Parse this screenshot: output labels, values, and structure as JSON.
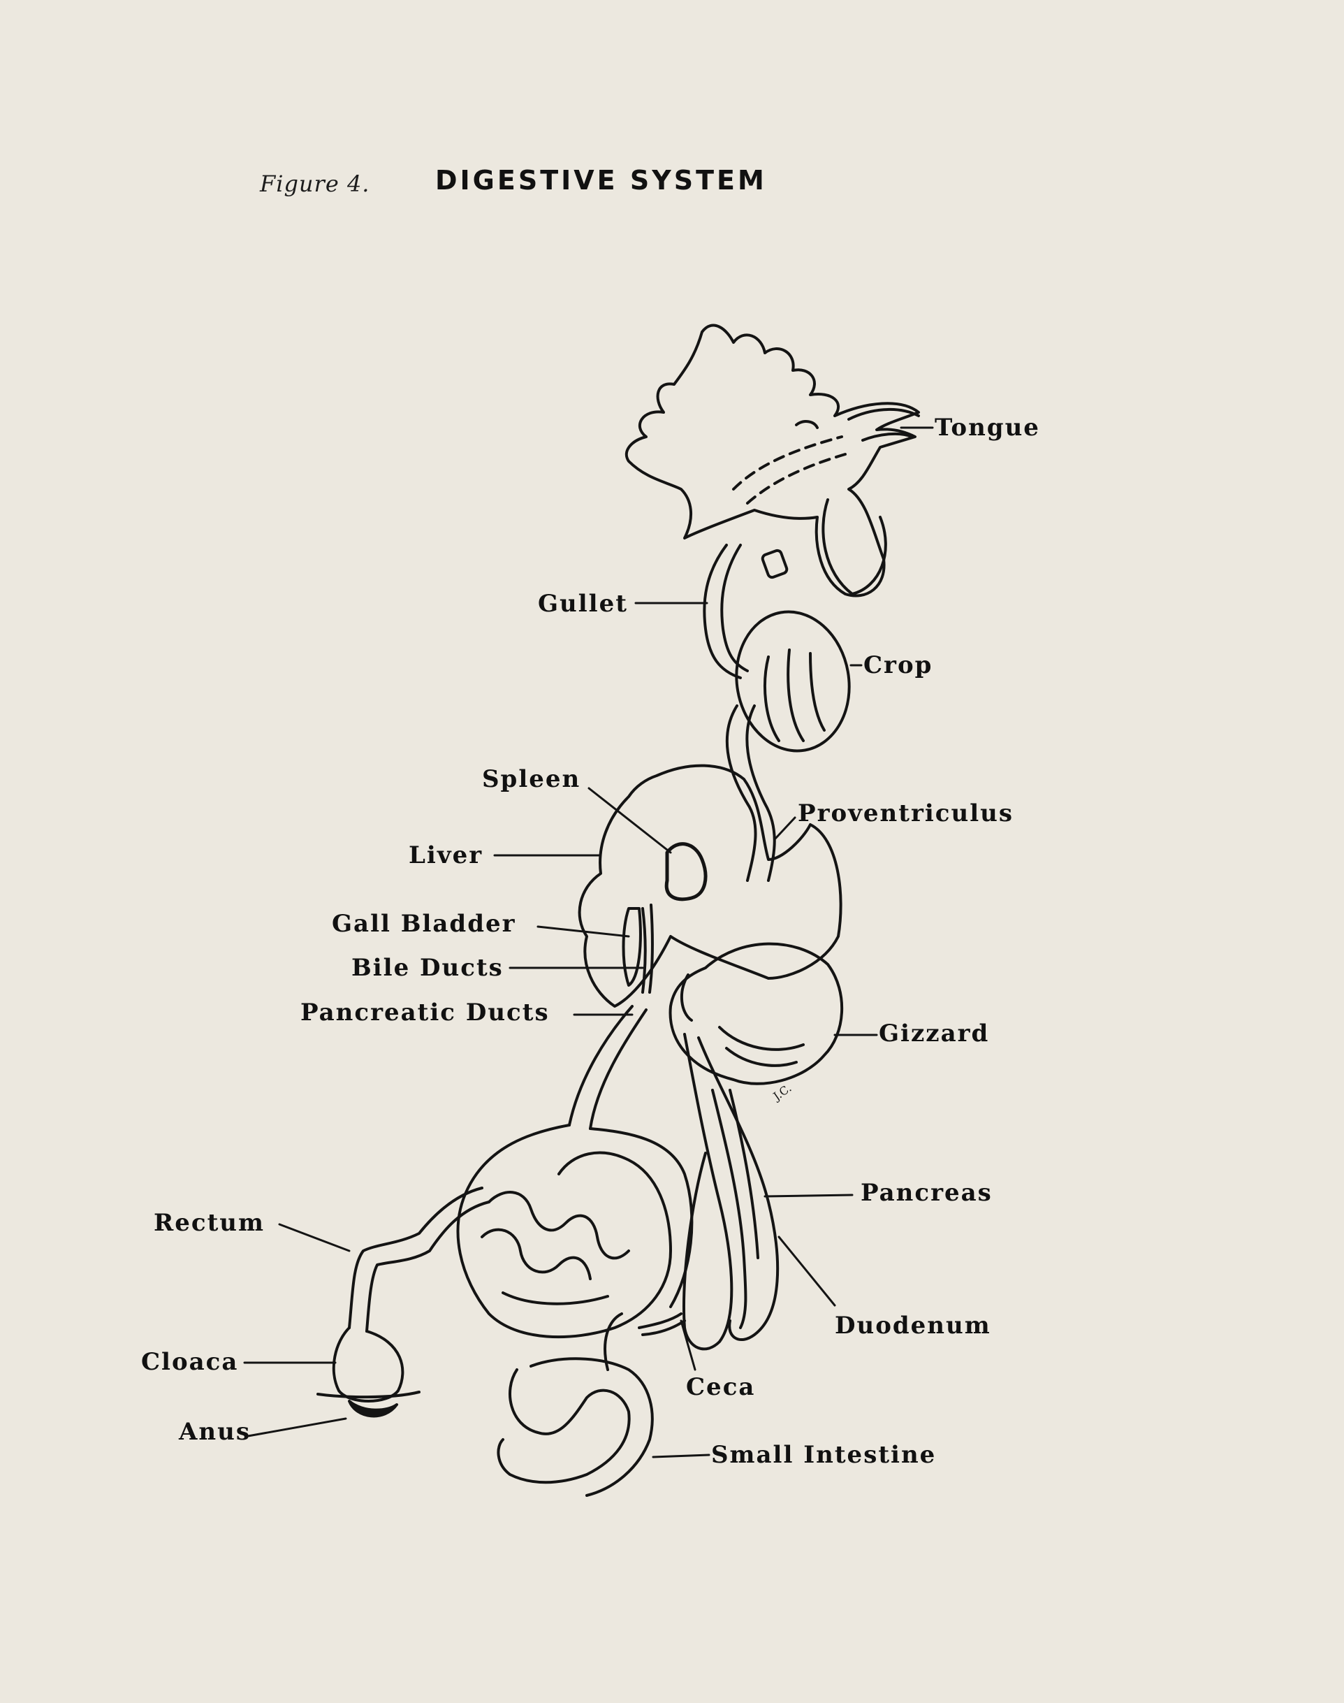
{
  "figure": {
    "prefix": "Figure 4.",
    "title": "DIGESTIVE SYSTEM",
    "signature": "J.C."
  },
  "labels": {
    "tongue": "Tongue",
    "gullet": "Gullet",
    "crop": "Crop",
    "spleen": "Spleen",
    "proventriculus": "Proventriculus",
    "liver": "Liver",
    "gall_bladder": "Gall Bladder",
    "bile_ducts": "Bile Ducts",
    "pancreatic_ducts": "Pancreatic Ducts",
    "gizzard": "Gizzard",
    "pancreas": "Pancreas",
    "rectum": "Rectum",
    "duodenum": "Duodenum",
    "cloaca": "Cloaca",
    "ceca": "Ceca",
    "anus": "Anus",
    "small_intestine": "Small Intestine"
  }
}
